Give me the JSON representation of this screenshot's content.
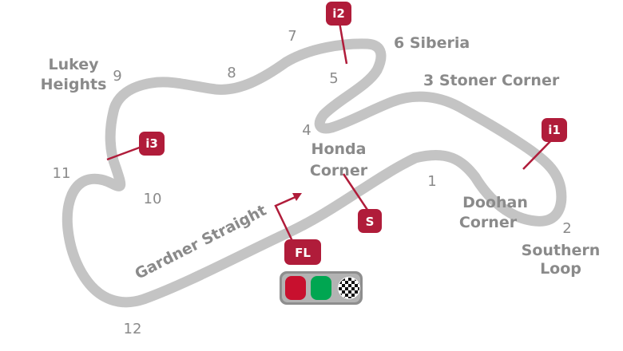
{
  "circuit": {
    "corners": [
      {
        "id": "c1",
        "label": "1"
      },
      {
        "id": "c2",
        "label": "2"
      },
      {
        "id": "c3",
        "label": "3 Stoner Corner"
      },
      {
        "id": "c4",
        "label": "4"
      },
      {
        "id": "c5",
        "label": "5"
      },
      {
        "id": "c6",
        "label": "6 Siberia"
      },
      {
        "id": "c7",
        "label": "7"
      },
      {
        "id": "c8",
        "label": "8"
      },
      {
        "id": "c9",
        "label": "9"
      },
      {
        "id": "c10",
        "label": "10"
      },
      {
        "id": "c11",
        "label": "11"
      },
      {
        "id": "c12",
        "label": "12"
      }
    ],
    "sections": {
      "honda": [
        "Honda",
        "Corner"
      ],
      "doohan": [
        "Doohan",
        "Corner"
      ],
      "southern": [
        "Southern",
        "Loop"
      ],
      "lukey": [
        "Lukey",
        "Heights"
      ],
      "gardner": "Gardner Straight"
    },
    "markers": {
      "i1": "i1",
      "i2": "i2",
      "i3": "i3",
      "start": "S",
      "finish": "FL"
    },
    "colors": {
      "track": "#c4c4c4",
      "marker": "#b01c3a",
      "label": "#8a8a8a",
      "light_red": "#c8102e",
      "light_green": "#00a651"
    },
    "icons": [
      "red-light-icon",
      "green-light-icon",
      "checkered-flag-icon"
    ]
  }
}
